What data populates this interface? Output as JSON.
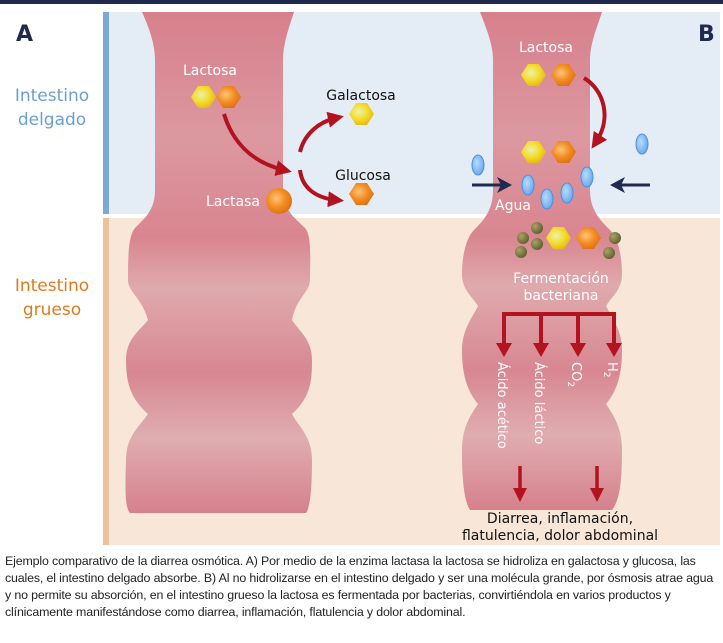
{
  "panels": {
    "a_label": "A",
    "b_label": "B"
  },
  "regions": {
    "small_intestine": [
      "Intestino",
      "delgado"
    ],
    "large_intestine": [
      "Intestino",
      "grueso"
    ]
  },
  "panel_a": {
    "lactose": "Lactosa",
    "galactose": "Galactosa",
    "glucose": "Glucosa",
    "lactase": "Lactasa"
  },
  "panel_b": {
    "lactose": "Lactosa",
    "water": "Agua",
    "fermentation": [
      "Fermentación",
      "bacteriana"
    ],
    "products": [
      "Ácido acético",
      "Ácido láctico",
      "CO",
      "H"
    ],
    "product_subscripts": [
      "",
      "",
      "2",
      "2"
    ],
    "outcome": [
      "Diarrea, inflamación,",
      "flatulencia, dolor abdominal"
    ]
  },
  "colors": {
    "small_zone": "#e4edf6",
    "large_zone": "#f8e6d8",
    "small_bar": "#7aa9d2",
    "large_bar": "#ecc29c",
    "tube": "#d98590",
    "arrow_red": "#b3121f",
    "arrow_navy": "#1f2a4e",
    "galactose": "#f3d21e",
    "glucose": "#f08a1c",
    "water": "#7ab8f0",
    "bacteria": "#7a7a3a"
  },
  "caption": "Ejemplo comparativo de la diarrea osmótica. A) Por medio de la enzima lactasa la lactosa se hidroliza en galactosa y glucosa, las cuales, el intestino delgado absorbe. B) Al no hidrolizarse en el intestino delgado y ser una molécula grande, por ósmosis atrae agua y no permite su absorción, en el intestino grueso la lactosa es fermentada por bacterias, convirtiéndola en varios productos y clínicamente manifestándose como diarrea, inflamación, flatulencia y dolor abdominal."
}
